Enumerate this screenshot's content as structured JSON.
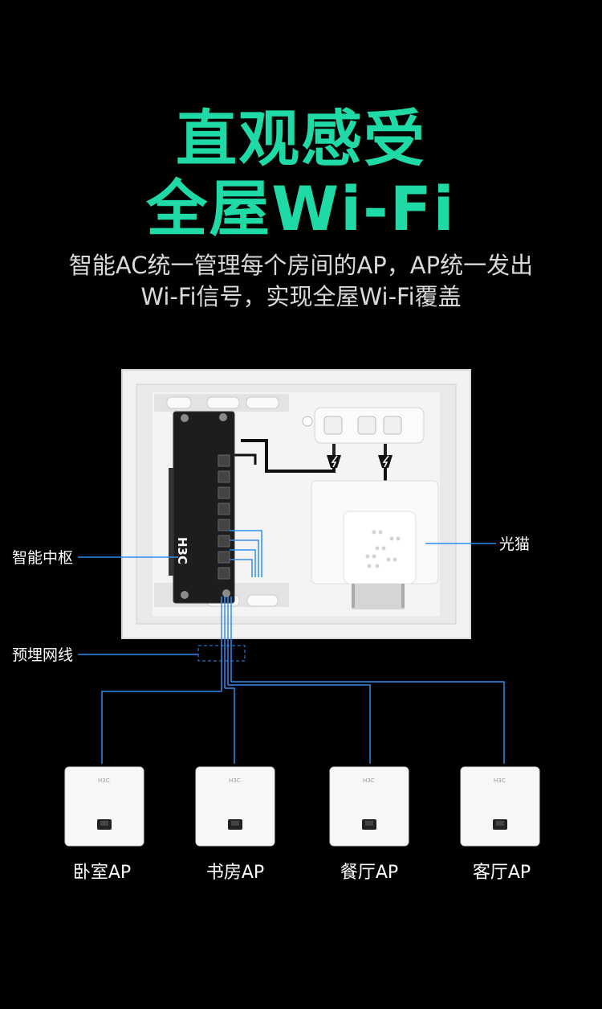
{
  "headline": {
    "line1": "直观感受",
    "line2": "全屋Wi-Fi"
  },
  "subtitle": {
    "line1": "智能AC统一管理每个房间的AP，AP统一发出",
    "line2": "Wi-Fi信号，实现全屋Wi-Fi覆盖"
  },
  "device": {
    "brand": "H3C"
  },
  "callouts": {
    "hub": "智能中枢",
    "modem": "光猫",
    "wire": "预埋网线"
  },
  "aps": [
    {
      "brand": "H3C",
      "label": "卧室AP"
    },
    {
      "brand": "H3C",
      "label": "书房AP"
    },
    {
      "brand": "H3C",
      "label": "餐厅AP"
    },
    {
      "brand": "H3C",
      "label": "客厅AP"
    }
  ],
  "colors": {
    "accent": "#1fd9a6",
    "line": "#2f8ef0",
    "background": "#000000"
  }
}
